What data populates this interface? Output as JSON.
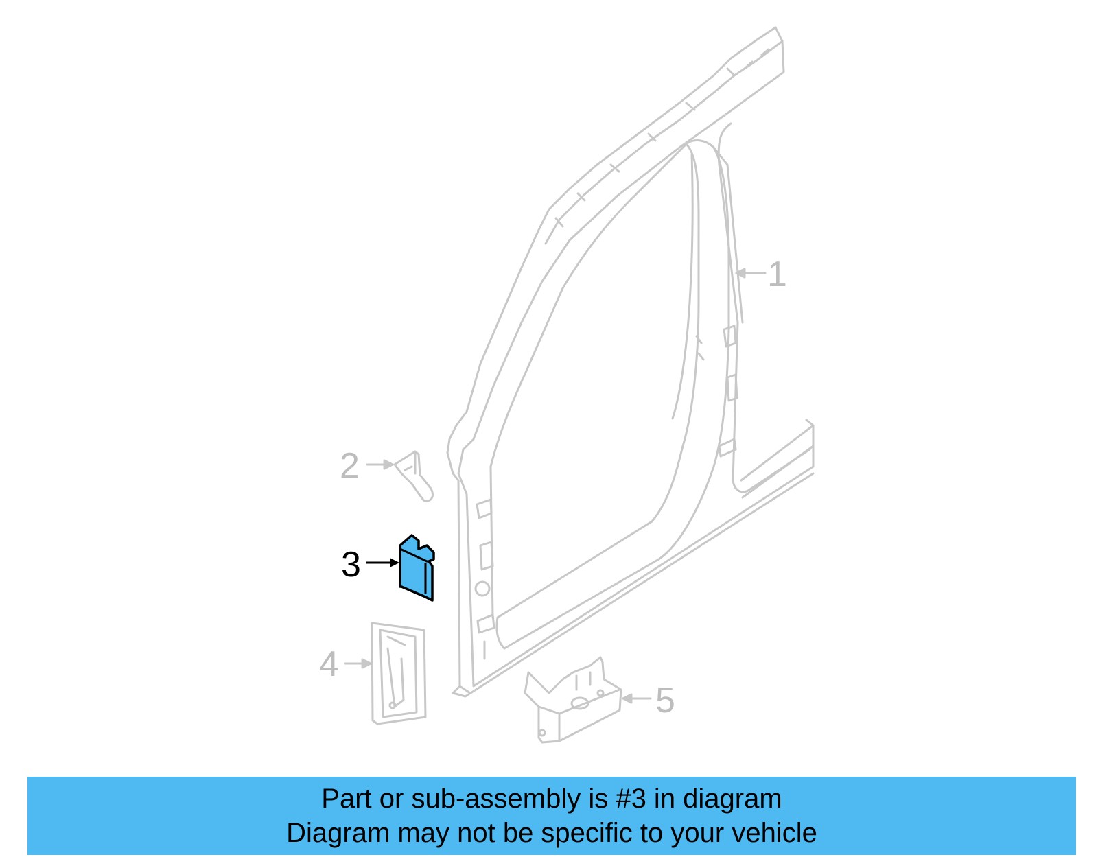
{
  "diagram": {
    "callouts": [
      {
        "number": "1",
        "highlighted": false
      },
      {
        "number": "2",
        "highlighted": false
      },
      {
        "number": "3",
        "highlighted": true
      },
      {
        "number": "4",
        "highlighted": false
      },
      {
        "number": "5",
        "highlighted": false
      }
    ],
    "colors": {
      "line_gray": "#c8c8c8",
      "label_gray": "#bdbdbd",
      "highlight_fill": "#4fb9f2",
      "highlight_stroke": "#000000"
    }
  },
  "banner": {
    "line1": "Part or sub-assembly is #3 in diagram",
    "line2": "Diagram may not be specific to your vehicle",
    "background": "#4fb9f2"
  }
}
